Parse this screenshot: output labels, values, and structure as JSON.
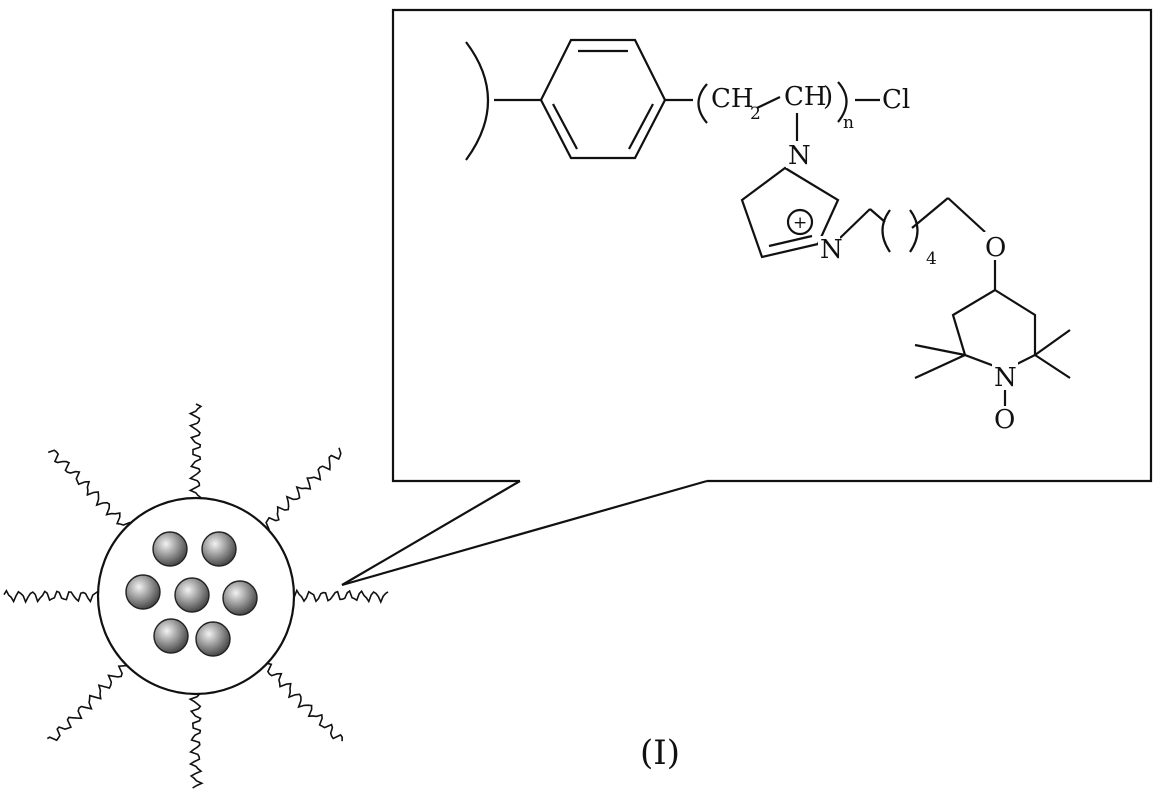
{
  "figure": {
    "caption": "(I)",
    "colors": {
      "stroke": "#111111",
      "background": "#ffffff",
      "bead_light": "#f2f2f2",
      "bead_dark": "#4a4a4a"
    },
    "structure": {
      "labels": {
        "ch2": "CH",
        "ch2_sub": "2",
        "ch": "CH",
        "repeat_sub": "n",
        "chain_end": "Cl",
        "imidazolium_n_top": "N",
        "imidazolium_n_bottom": "N",
        "charge": "+",
        "alkyl_repeat_sub": "4",
        "ether_o": "O",
        "piperidine_n": "N",
        "nitroxide_o": "O"
      }
    },
    "particle": {
      "core_bead_count": 7,
      "polymer_arm_count": 8
    }
  }
}
